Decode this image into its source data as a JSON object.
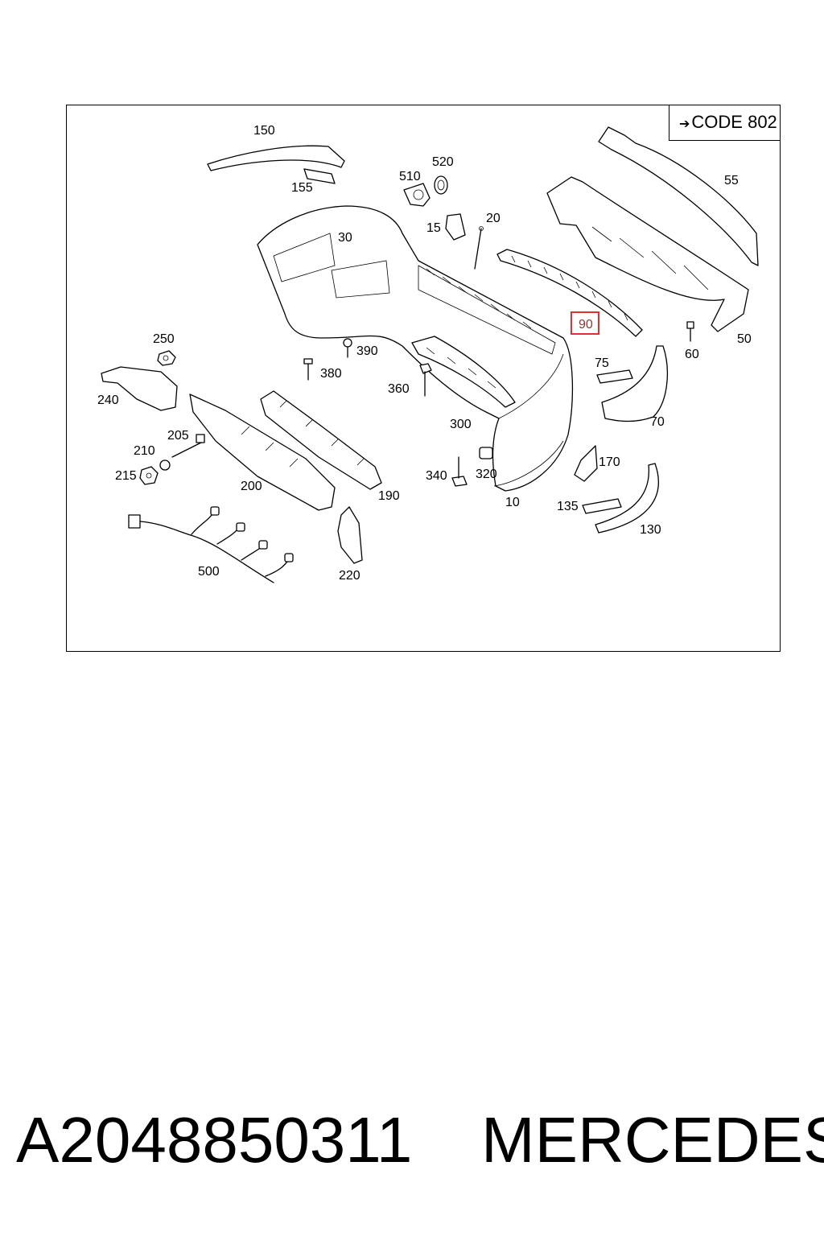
{
  "diagram": {
    "code_label": "CODE 802",
    "highlight_color": "#e03030",
    "callouts": {
      "p150": "150",
      "p155": "155",
      "p510": "510",
      "p520": "520",
      "p30": "30",
      "p15": "15",
      "p20": "20",
      "p55": "55",
      "p90": "90",
      "p50": "50",
      "p60": "60",
      "p250": "250",
      "p390": "390",
      "p380": "380",
      "p75": "75",
      "p240": "240",
      "p360": "360",
      "p70": "70",
      "p300": "300",
      "p205": "205",
      "p210": "210",
      "p170": "170",
      "p215": "215",
      "p340": "340",
      "p320": "320",
      "p200": "200",
      "p190": "190",
      "p10": "10",
      "p135": "135",
      "p130": "130",
      "p500": "500",
      "p220": "220"
    },
    "highlighted_part": "90"
  },
  "footer": {
    "part_number": "A2048850311",
    "brand": "MERCEDES"
  }
}
